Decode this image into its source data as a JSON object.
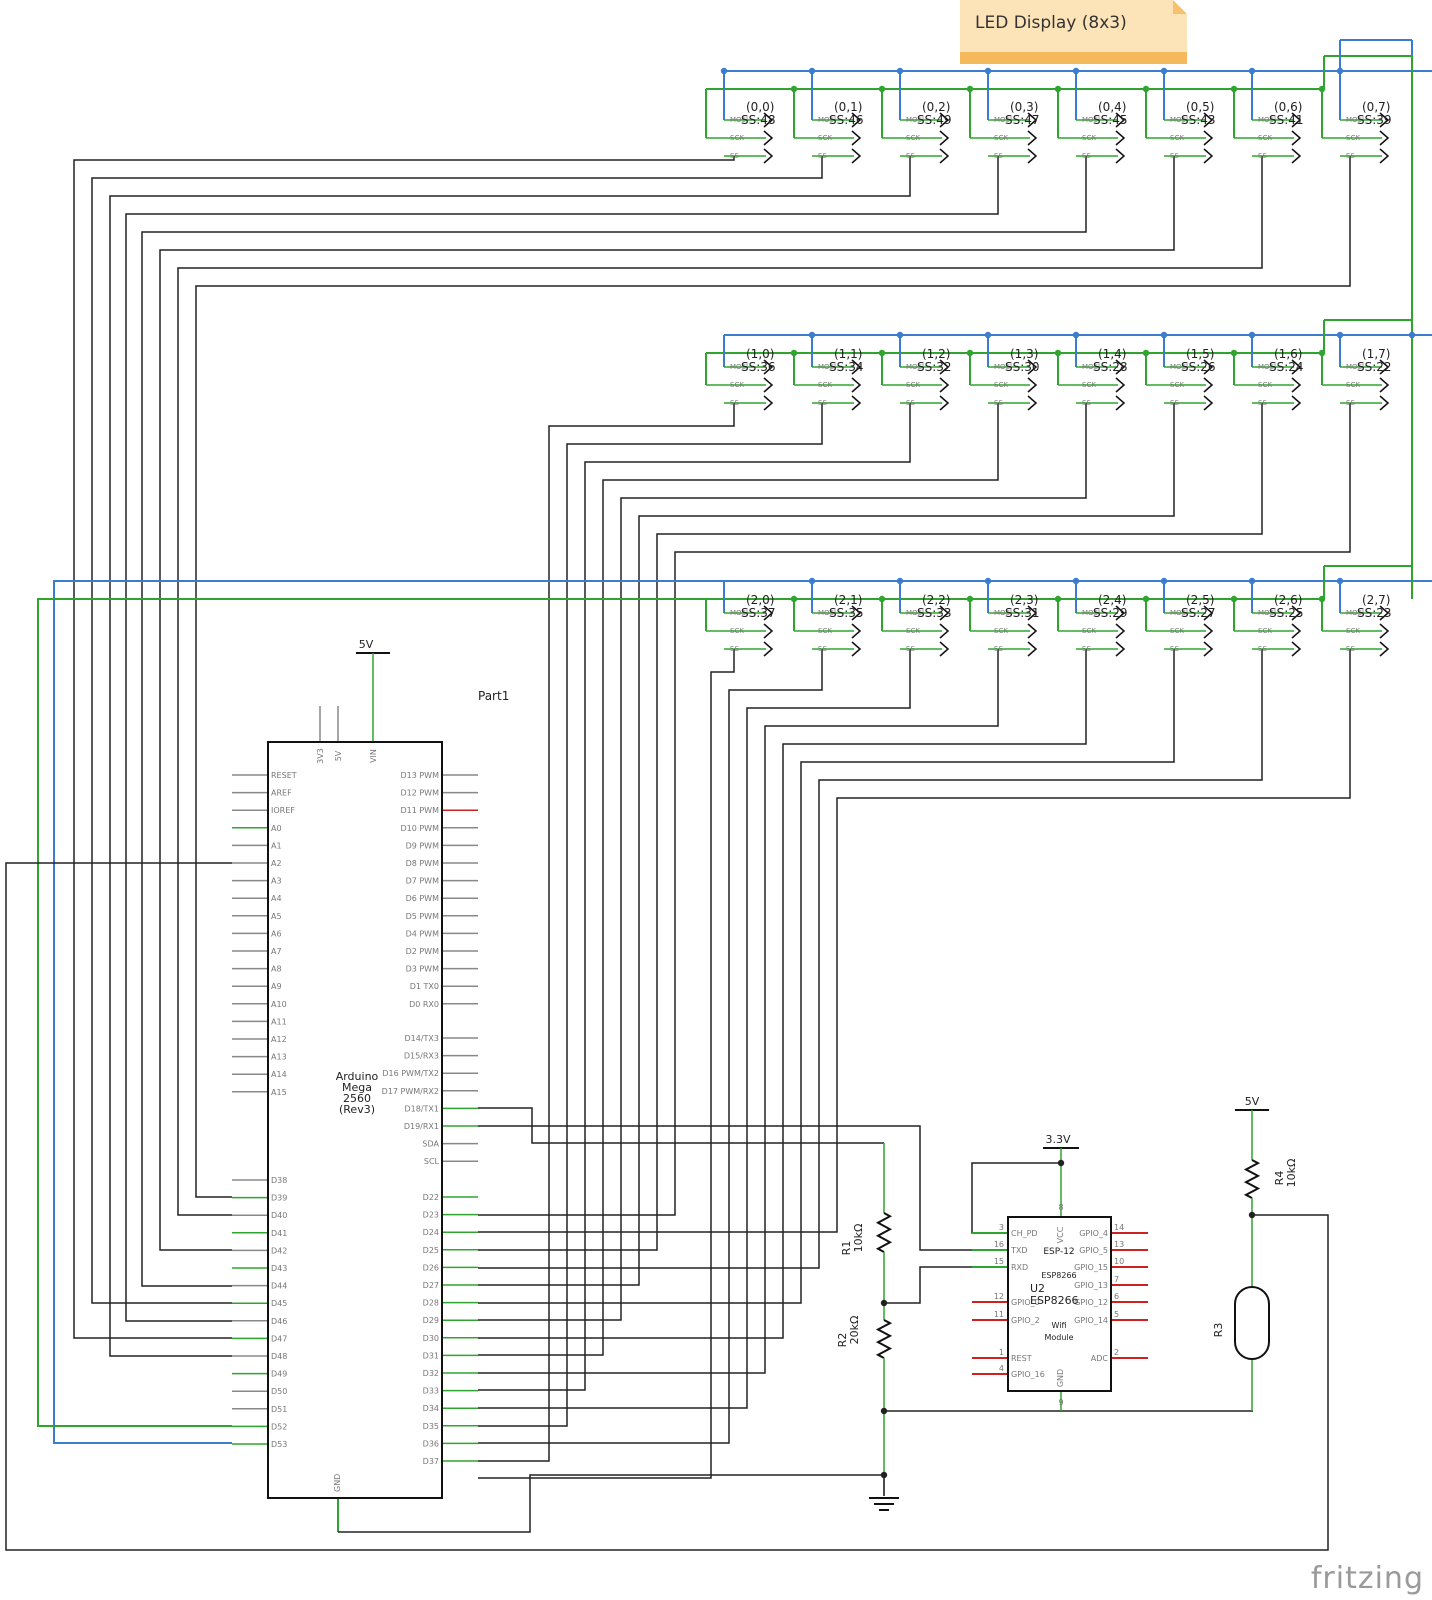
{
  "note": {
    "title": "LED Display (8x3)"
  },
  "displays": [
    [
      {
        "coord": "(0,0)",
        "ss": "SS:48"
      },
      {
        "coord": "(0,1)",
        "ss": "SS:46"
      },
      {
        "coord": "(0,2)",
        "ss": "SS:49"
      },
      {
        "coord": "(0,3)",
        "ss": "SS:47"
      },
      {
        "coord": "(0,4)",
        "ss": "SS:45"
      },
      {
        "coord": "(0,5)",
        "ss": "SS:43"
      },
      {
        "coord": "(0,6)",
        "ss": "SS:41"
      },
      {
        "coord": "(0,7)",
        "ss": "SS:39"
      }
    ],
    [
      {
        "coord": "(1,0)",
        "ss": "SS:36"
      },
      {
        "coord": "(1,1)",
        "ss": "SS:34"
      },
      {
        "coord": "(1,2)",
        "ss": "SS:32"
      },
      {
        "coord": "(1,3)",
        "ss": "SS:30"
      },
      {
        "coord": "(1,4)",
        "ss": "SS:28"
      },
      {
        "coord": "(1,5)",
        "ss": "SS:26"
      },
      {
        "coord": "(1,6)",
        "ss": "SS:24"
      },
      {
        "coord": "(1,7)",
        "ss": "SS:22"
      }
    ],
    [
      {
        "coord": "(2,0)",
        "ss": "SS:37"
      },
      {
        "coord": "(2,1)",
        "ss": "SS:35"
      },
      {
        "coord": "(2,2)",
        "ss": "SS:33"
      },
      {
        "coord": "(2,3)",
        "ss": "SS:31"
      },
      {
        "coord": "(2,4)",
        "ss": "SS:29"
      },
      {
        "coord": "(2,5)",
        "ss": "SS:27"
      },
      {
        "coord": "(2,6)",
        "ss": "SS:25"
      },
      {
        "coord": "(2,7)",
        "ss": "SS:23"
      }
    ]
  ],
  "pin_names": {
    "mosi": "MOSI",
    "sck": "SCK",
    "ss": "SS"
  },
  "arduino": {
    "part_label": "Part1",
    "name_lines": [
      "Arduino",
      "Mega",
      "2560",
      "(Rev3)"
    ],
    "top_pins": [
      "3V3",
      "5V",
      "VIN"
    ],
    "gnd": "GND",
    "supply": "5V",
    "left_pins_1": [
      "RESET",
      "AREF",
      "IOREF",
      "A0",
      "A1",
      "A2",
      "A3",
      "A4",
      "A5",
      "A6",
      "A7",
      "A8",
      "A9",
      "A10",
      "A11",
      "A12",
      "A13",
      "A14",
      "A15"
    ],
    "left_pins_2": [
      "D38",
      "D39",
      "D40",
      "D41",
      "D42",
      "D43",
      "D44",
      "D45",
      "D46",
      "D47",
      "D48",
      "D49",
      "D50",
      "D51",
      "D52",
      "D53"
    ],
    "right_pins_1": [
      "D13 PWM",
      "D12 PWM",
      "D11 PWM",
      "D10 PWM",
      "D9 PWM",
      "D8 PWM",
      "D7 PWM",
      "D6 PWM",
      "D5 PWM",
      "D4 PWM",
      "D2 PWM",
      "D3 PWM",
      "D1 TX0",
      "D0 RX0"
    ],
    "right_pins_2": [
      "D14/TX3",
      "D15/RX3",
      "D16 PWM/TX2",
      "D17 PWM/RX2",
      "D18/TX1",
      "D19/RX1",
      "SDA",
      "SCL"
    ],
    "right_pins_3": [
      "D22",
      "D23",
      "D24",
      "D25",
      "D26",
      "D27",
      "D28",
      "D29",
      "D30",
      "D31",
      "D32",
      "D33",
      "D34",
      "D35",
      "D36",
      "D37"
    ]
  },
  "esp": {
    "supply": "3.3V",
    "header_line1": "ESP-12",
    "header_line2": "ESP8266",
    "ref": "U2",
    "name": "ESP8266",
    "sub_line1": "Wifi",
    "sub_line2": "Module",
    "left_pins": [
      {
        "num": "3",
        "name": "CH_PD"
      },
      {
        "num": "16",
        "name": "TXD"
      },
      {
        "num": "15",
        "name": "RXD"
      },
      {
        "num": "12",
        "name": "GPIO_0"
      },
      {
        "num": "11",
        "name": "GPIO_2"
      },
      {
        "num": "1",
        "name": "REST"
      },
      {
        "num": "4",
        "name": "GPIO_16"
      }
    ],
    "right_pins": [
      {
        "num": "14",
        "name": "GPIO_4"
      },
      {
        "num": "13",
        "name": "GPIO_5"
      },
      {
        "num": "10",
        "name": "GPIO_15"
      },
      {
        "num": "7",
        "name": "GPIO_13"
      },
      {
        "num": "6",
        "name": "GPIO_12"
      },
      {
        "num": "5",
        "name": "GPIO_14"
      },
      {
        "num": "2",
        "name": "ADC"
      }
    ],
    "vcc": {
      "num": "8",
      "name": "VCC"
    },
    "gnd": {
      "num": "9",
      "name": "GND"
    }
  },
  "resistors": [
    {
      "ref": "R1",
      "value": "10kΩ"
    },
    {
      "ref": "R2",
      "value": "20kΩ"
    },
    {
      "ref": "R4",
      "value": "10kΩ"
    }
  ],
  "ldr": {
    "ref": "R3"
  },
  "ldr_supply": "5V",
  "logo": "fritzing",
  "colors": {
    "blue": "#3a7dd0",
    "green": "#2fa52f",
    "red": "#cc2222",
    "wire": "#222222",
    "pin": "#888888"
  }
}
